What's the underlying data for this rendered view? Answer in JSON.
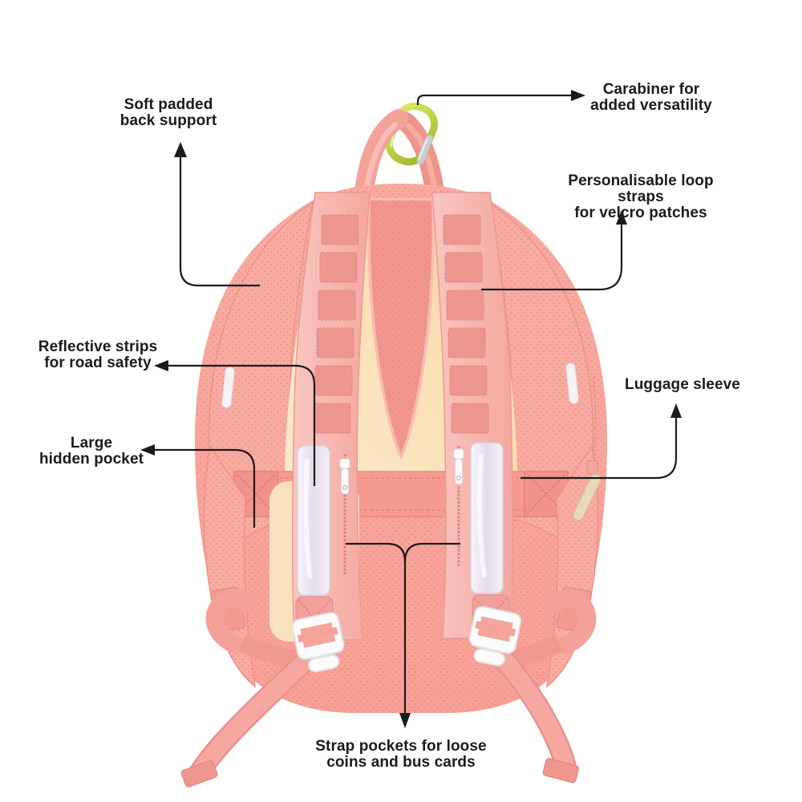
{
  "annotations": {
    "soft_padded": {
      "text": "Soft padded\nback support"
    },
    "carabiner": {
      "text": "Carabiner for\nadded versatility"
    },
    "loop_straps": {
      "text": "Personalisable loop straps\nfor velcro patches"
    },
    "reflective_strips": {
      "text": "Reflective strips\nfor road safety"
    },
    "luggage_sleeve": {
      "text": "Luggage sleeve"
    },
    "hidden_pocket": {
      "text": "Large\nhidden pocket"
    },
    "strap_pockets": {
      "text": "Strap pockets for loose\ncoins and bus cards"
    }
  },
  "colors": {
    "background": "#ffffff",
    "annotation_text": "#1b1b1b",
    "annotation_line": "#1b1b1b",
    "bag_body": "#F8A59B",
    "bag_mesh_dot": "#E07F77",
    "strap_pink": "#F6BCB5",
    "loop_strap": "#EC968F",
    "back_panel_cream": "#FAE2BC",
    "back_panel_peach": "#F8C892",
    "band_pink": "#F59A91",
    "reflective_strip": "#F2EFF6",
    "buckle_white": "#FCFCFD",
    "carabiner_lime": "#B9CF35",
    "carabiner_gate": "#C9CED4",
    "zip_pull_tan": "#EAD8BA"
  }
}
